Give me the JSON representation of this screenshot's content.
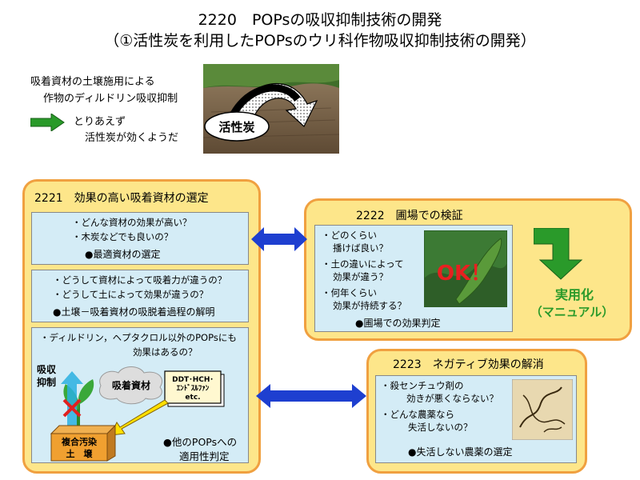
{
  "title": {
    "line1": "2220　POPsの吸収抑制技術の開発",
    "line2": "（①活性炭を利用したPOPsのウリ科作物吸収抑制技術の開発）"
  },
  "intro": {
    "line1": "吸着資材の土壌施用による",
    "line2": "作物のディルドリン吸収抑制",
    "line3": "とりあえず",
    "line4": "活性炭が効くようだ"
  },
  "photo": {
    "label": "活性炭"
  },
  "panel_2221": {
    "title": "2221　効果の高い吸着資材の選定",
    "box1": {
      "q1": "・どんな資材の効果が高い？",
      "q2": "・木炭などでも良いの？",
      "conclusion": "●最適資材の選定"
    },
    "box2": {
      "q1": "・どうして資材によって吸着力が違うの？",
      "q2": "・どうして土によって効果が違うの？",
      "conclusion": "●土壌－吸着資材の吸脱着過程の解明"
    },
    "box3": {
      "q1": "・ディルドリン，ヘプタクロル以外のPOPsにも",
      "q2": "効果はあるの？",
      "absorb_label1": "吸収",
      "absorb_label2": "抑制",
      "adsorbent_label": "吸着資材",
      "chem_label1": "DDT･HCH･",
      "chem_label2": "ｴﾝﾄﾞｽﾙﾌｧﾝ",
      "chem_label3": "etc.",
      "soil_label1": "複合汚染",
      "soil_label2": "土　壌",
      "conclusion1": "●他のPOPsへの",
      "conclusion2": "適用性判定"
    }
  },
  "panel_2222": {
    "title": "2222　圃場での検証",
    "q1a": "・どのくらい",
    "q1b": "播けば良い？",
    "q2a": "・土の違いによって",
    "q2b": "効果が違う？",
    "q3a": "・何年くらい",
    "q3b": "効果が持続する？",
    "ok": "OK！",
    "conclusion": "●圃場での効果判定"
  },
  "practical": {
    "line1": "実用化",
    "line2": "（マニュアル）"
  },
  "panel_2223": {
    "title": "2223　ネガティブ効果の解消",
    "q1a": "・殺センチュウ剤の",
    "q1b": "効きが悪くならない？",
    "q2a": "・どんな農薬なら",
    "q2b": "失活しないの？",
    "conclusion": "●失活しない農薬の選定"
  },
  "colors": {
    "panel_fill": "#fde68a",
    "panel_border": "#f0a040",
    "box_fill": "#d4ecf6",
    "arrow_blue": "#1e3fd0",
    "arrow_green": "#2a9a2a",
    "ok_red": "#e82020"
  }
}
